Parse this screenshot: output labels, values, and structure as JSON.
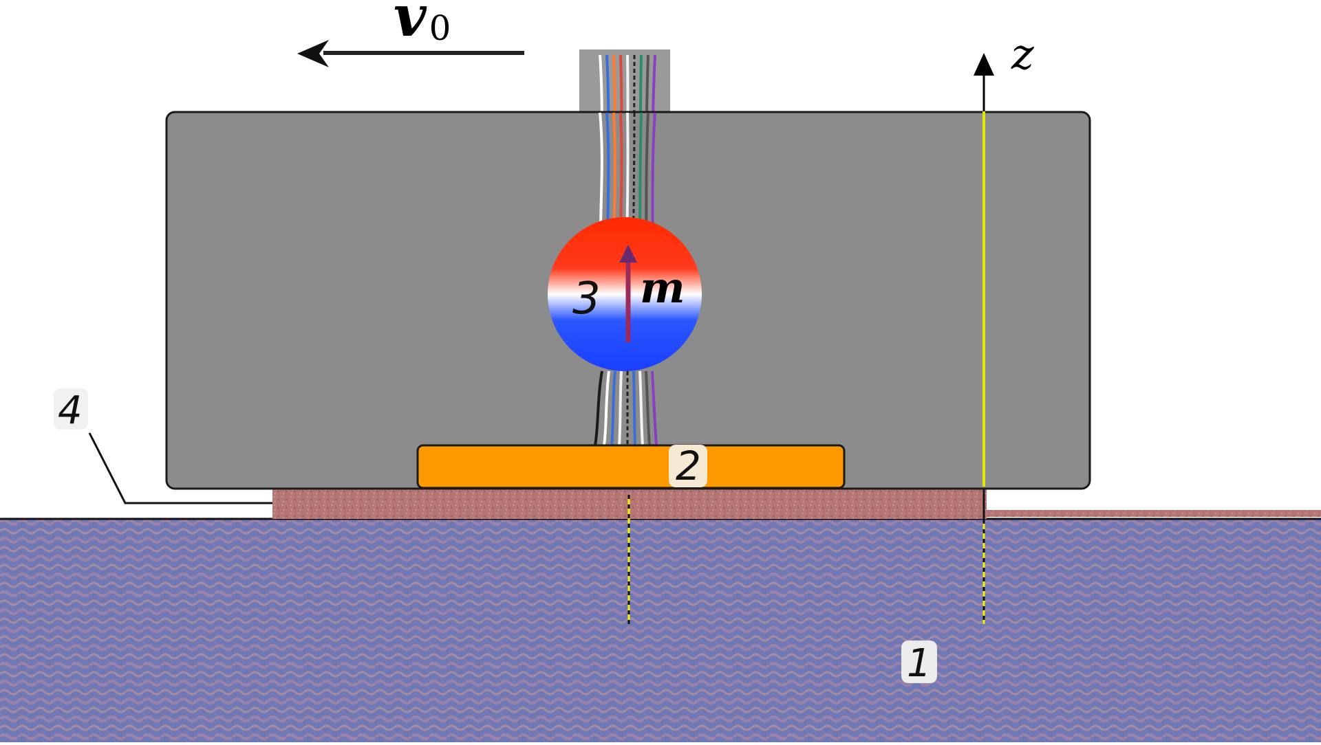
{
  "labels": {
    "velocity_symbol": "v",
    "velocity_subscript": "0",
    "z_axis": "z",
    "magnetic_moment": "m",
    "substrate": "1",
    "probe_pad": "2",
    "magnetic_particle": "3",
    "surface_layer": "4"
  },
  "colors": {
    "holder": "#8c8c8c",
    "pad": "#ff9900",
    "substrate": "#6f79b8",
    "surface_layer": "#b87878",
    "axis_line": "#e3e600",
    "particle_top": "#ff2a00",
    "particle_bottom": "#1f47ff",
    "moment_arrow": "#9c2a5a"
  }
}
